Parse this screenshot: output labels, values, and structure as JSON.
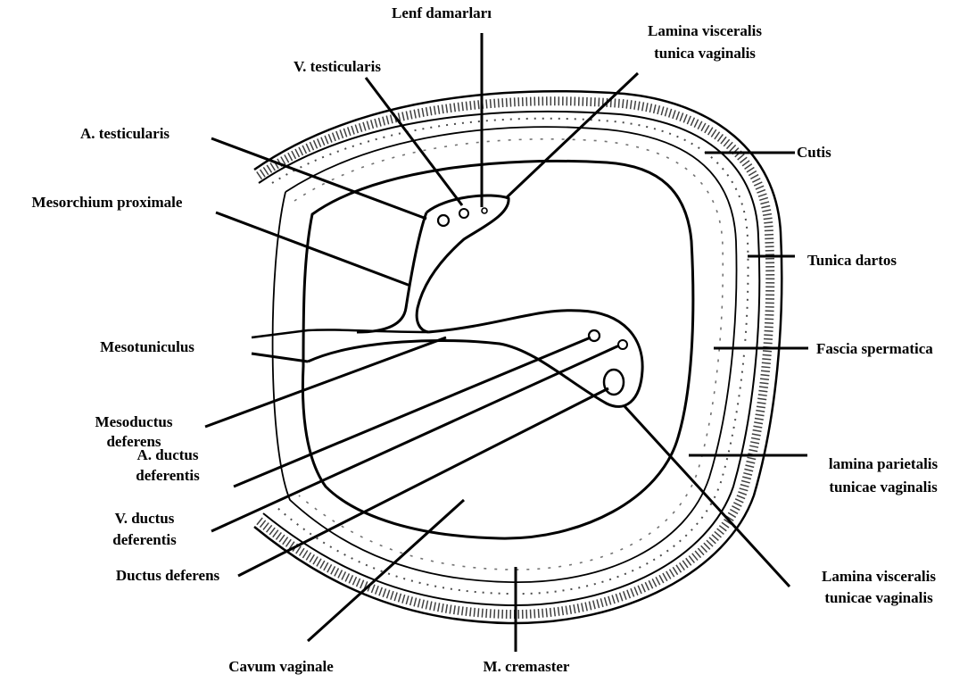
{
  "diagram": {
    "labels": {
      "lenf_damarlari": "Lenf damarları",
      "lamina_visceralis_top_line1": "Lamina visceralis",
      "lamina_visceralis_top_line2": "tunica vaginalis",
      "v_testicularis": "V. testicularis",
      "a_testicularis": "A. testicularis",
      "cutis": "Cutis",
      "mesorchium_proximale": "Mesorchium proximale",
      "tunica_dartos": "Tunica dartos",
      "mesotuniculus": "Mesotuniculus",
      "fascia_spermatica": "Fascia spermatica",
      "mesoductus_line1": "Mesoductus",
      "mesoductus_line2": "deferens",
      "a_ductus_line1": "A. ductus",
      "a_ductus_line2": "deferentis",
      "lamina_parietalis_line1": "lamina parietalis",
      "lamina_parietalis_line2": "tunicae vaginalis",
      "v_ductus_line1": "V. ductus",
      "v_ductus_line2": "deferentis",
      "ductus_deferens": "Ductus deferens",
      "lamina_visceralis_bottom_line1": "Lamina visceralis",
      "lamina_visceralis_bottom_line2": "tunicae vaginalis",
      "cavum_vaginale": "Cavum vaginale",
      "m_cremaster": "M. cremaster"
    },
    "colors": {
      "ink": "#000000",
      "background": "#ffffff"
    }
  }
}
